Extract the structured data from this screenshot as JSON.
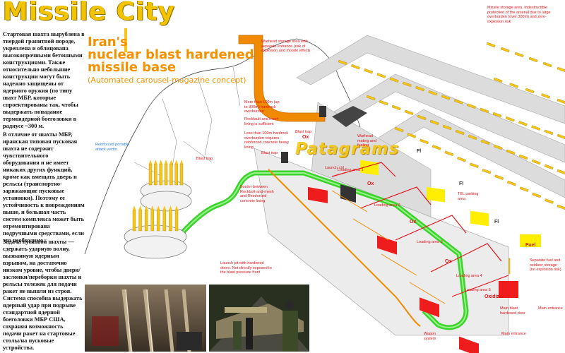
{
  "header": {
    "title": "Missile City",
    "subtitle_line1": "Iran's",
    "subtitle_line2": "nuclear blast hardened",
    "subtitle_line3": "missile base",
    "subtitle_concept": "(Automated carousel-magazine concept)"
  },
  "watermark": "Patagrams",
  "russian_text": {
    "para1": "Стартовая шахта вырублена в твердой гранитной породе, укреплена и облицована высокопрочными бетонными конструкциями. Также относительно небольшие конструкции могут быть надежно защищены от ядерного оружия (по типу шахт МБР, которые спроектированы так, чтобы выдержать попадание термоядерной боеголовки в радиусе ~300 м.",
    "para2": "В отличие от шахты МБР, иранская типовая пусковая шахта не содержит чувствительного оборудования и не имеет никаких других функций, кроме как вмещать дверь и рельсы (транспортно-заряжающие пусковые установки). Поэтому ее устойчивость к повреждениям выше, и большая часть систем комплекса может быть отремонтирована подручными средствами, если это необходимо.",
    "para3": "Задача пусковой шахты — сдержать ударную волну, вызванную ядерным взрывом, на достаточно низком уровне, чтобы двери/заслонки/переборки шахты и рельсы тележек для подачи ракет не вышли из строя. Система способна выдержать ядерный удар при подрыве стандартной ядерной боеголовки МБР США, сохраняя возможность подачи ракет на стартовые столы/на пусковые устройства."
  },
  "labels": {
    "storage_area": "Missile storage area. Indestructible protection of the arsenal due to large overburden (over 300m) and zero-explosion risk",
    "warhead_storage": "Warhead storage area with separate entrance (risk of explosion and missile effect)",
    "overburden": "More than 100m (up to 300m) hardrock overburden",
    "rockfault": "Rockfault and mesh lining is sufficient",
    "less_than_100": "Less than 100m hardrock overburden requires reinforced concrete heavy lining",
    "blast_trap": "Blast trap",
    "blast_trap2": "Blast trap",
    "blast_trap3": "Blast trap",
    "warhead_mating": "Warhead mating and fueling",
    "launch_ctrl": "Launch ctrl",
    "reinforced_attack": "Reinforced portable attack vector",
    "border": "Border between Rockbolt-and-mesh and Reinforced concrete lining",
    "launch_pit": "Launch pit with hardened doors. Not directly exposed to the blast pressure front",
    "wagon": "Wagon system",
    "main_entrance": "Main entrance",
    "main_blast": "Main blast hardened door",
    "main_entrance2": "Main entrance",
    "separate_fuel": "Separate fuel and oxidizer storage (no explosion risk)",
    "fuel": "Fuel",
    "oxidizer": "Oxidizer",
    "ox": "Ox",
    "fl": "Fl",
    "tel_parking": "TEL parking area",
    "loading_1": "Loading area 1",
    "loading_2": "Loading area 2",
    "loading_3": "Loading area 3",
    "loading_4": "Loading area 4",
    "loading_5": "Loading area 5"
  },
  "colors": {
    "title": "#f2c400",
    "subtitle": "#f39200",
    "tunnel_green": "#3bd42b",
    "tunnel_orange": "#f08a00",
    "red_storage": "#ee1c1c",
    "yellow_storage": "#ffee00",
    "missile_yellow": "#f5c518",
    "tunnel_grey": "#d9d9d9"
  }
}
